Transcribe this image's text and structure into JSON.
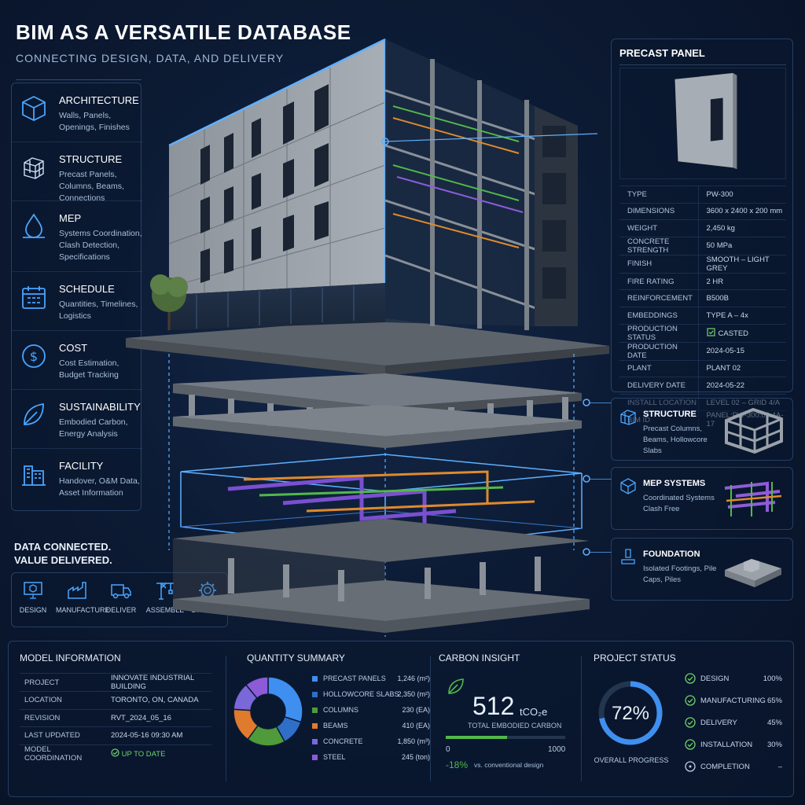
{
  "header": {
    "title": "BIM AS A VERSATILE DATABASE",
    "subtitle": "CONNECTING DESIGN, DATA, AND DELIVERY"
  },
  "categories": [
    {
      "name": "ARCHITECTURE",
      "desc": "Walls, Panels, Openings, Finishes",
      "icon": "cube-icon"
    },
    {
      "name": "STRUCTURE",
      "desc": "Precast Panels, Columns, Beams, Connections",
      "icon": "frame-icon"
    },
    {
      "name": "MEP",
      "desc": "Systems Coordination, Clash Detection, Specifications",
      "icon": "drop-icon"
    },
    {
      "name": "SCHEDULE",
      "desc": "Quantities, Timelines, Logistics",
      "icon": "calendar-icon"
    },
    {
      "name": "COST",
      "desc": "Cost Estimation, Budget Tracking",
      "icon": "dollar-icon"
    },
    {
      "name": "SUSTAINABILITY",
      "desc": "Embodied Carbon, Energy Analysis",
      "icon": "leaf-icon"
    },
    {
      "name": "FACILITY",
      "desc": "Handover, O&M Data, Asset Information",
      "icon": "building-icon"
    }
  ],
  "tagline": {
    "line1": "DATA CONNECTED.",
    "line2": "VALUE DELIVERED."
  },
  "lifecycle": [
    {
      "label": "DESIGN",
      "icon": "monitor-icon"
    },
    {
      "label": "MANUFACTURE",
      "icon": "factory-icon"
    },
    {
      "label": "DELIVER",
      "icon": "truck-icon"
    },
    {
      "label": "ASSEMBLE",
      "icon": "crane-icon"
    },
    {
      "label": "OPERATE",
      "icon": "gear-icon"
    }
  ],
  "precast_panel": {
    "title": "PRECAST PANEL",
    "rows": [
      {
        "key": "TYPE",
        "value": "PW-300"
      },
      {
        "key": "DIMENSIONS",
        "value": "3600 x 2400 x 200 mm"
      },
      {
        "key": "WEIGHT",
        "value": "2,450 kg"
      },
      {
        "key": "CONCRETE STRENGTH",
        "value": "50 MPa"
      },
      {
        "key": "FINISH",
        "value": "SMOOTH – LIGHT GREY"
      },
      {
        "key": "FIRE RATING",
        "value": "2 HR"
      },
      {
        "key": "REINFORCEMENT",
        "value": "B500B"
      },
      {
        "key": "EMBEDDINGS",
        "value": "TYPE A – 4x"
      },
      {
        "key": "PRODUCTION STATUS",
        "value": "CASTED"
      },
      {
        "key": "PRODUCTION DATE",
        "value": "2024-05-15"
      },
      {
        "key": "PLANT",
        "value": "PLANT 02"
      },
      {
        "key": "DELIVERY DATE",
        "value": "2024-05-22"
      },
      {
        "key": "INSTALL LOCATION",
        "value": "LEVEL 02 – GRID 4/A"
      },
      {
        "key": "BIM ID",
        "value": "PANEL:PW-300:02:4A-17"
      }
    ]
  },
  "components": [
    {
      "title": "STRUCTURE",
      "desc": "Precast Columns, Beams, Hollowcore Slabs"
    },
    {
      "title": "MEP SYSTEMS",
      "desc": "Coordinated Systems Clash Free"
    },
    {
      "title": "FOUNDATION",
      "desc": "Isolated Footings, Pile Caps, Piles"
    }
  ],
  "model_info": {
    "title": "MODEL INFORMATION",
    "rows": [
      {
        "key": "PROJECT",
        "value": "INNOVATE INDUSTRIAL BUILDING"
      },
      {
        "key": "LOCATION",
        "value": "TORONTO, ON, CANADA"
      },
      {
        "key": "REVISION",
        "value": "RVT_2024_05_16"
      },
      {
        "key": "LAST UPDATED",
        "value": "2024-05-16 09:30 AM"
      }
    ],
    "coordination_label": "MODEL COORDINATION",
    "coordination_value": "UP TO DATE"
  },
  "quantity_summary": {
    "title": "QUANTITY SUMMARY",
    "items": [
      {
        "label": "PRECAST PANELS",
        "value": "1,246 (m²)",
        "color": "#3f8ff0",
        "share": 0.3
      },
      {
        "label": "HOLLOWCORE SLABS",
        "value": "2,350 (m²)",
        "color": "#2f6fc8",
        "share": 0.12
      },
      {
        "label": "COLUMNS",
        "value": "230 (EA)",
        "color": "#4f9a3a",
        "share": 0.18
      },
      {
        "label": "BEAMS",
        "value": "410 (EA)",
        "color": "#e07a2c",
        "share": 0.16
      },
      {
        "label": "CONCRETE",
        "value": "1,850 (m³)",
        "color": "#7a68d8",
        "share": 0.13
      },
      {
        "label": "STEEL",
        "value": "245 (ton)",
        "color": "#8d5ad8",
        "share": 0.11
      }
    ]
  },
  "carbon": {
    "title": "CARBON INSIGHT",
    "value": "512",
    "unit": "tCO₂e",
    "label": "TOTAL EMBODIED CARBON",
    "scale_min": "0",
    "scale_max": "1000",
    "progress": 0.51,
    "delta": "-18%",
    "delta_note": "vs. conventional design"
  },
  "project_status": {
    "title": "PROJECT STATUS",
    "overall": "72%",
    "overall_fraction": 0.72,
    "overall_label": "OVERALL PROGRESS",
    "rows": [
      {
        "label": "DESIGN",
        "value": "100%"
      },
      {
        "label": "MANUFACTURING",
        "value": "65%"
      },
      {
        "label": "DELIVERY",
        "value": "45%"
      },
      {
        "label": "INSTALLATION",
        "value": "30%"
      },
      {
        "label": "COMPLETION",
        "value": "–"
      }
    ]
  }
}
